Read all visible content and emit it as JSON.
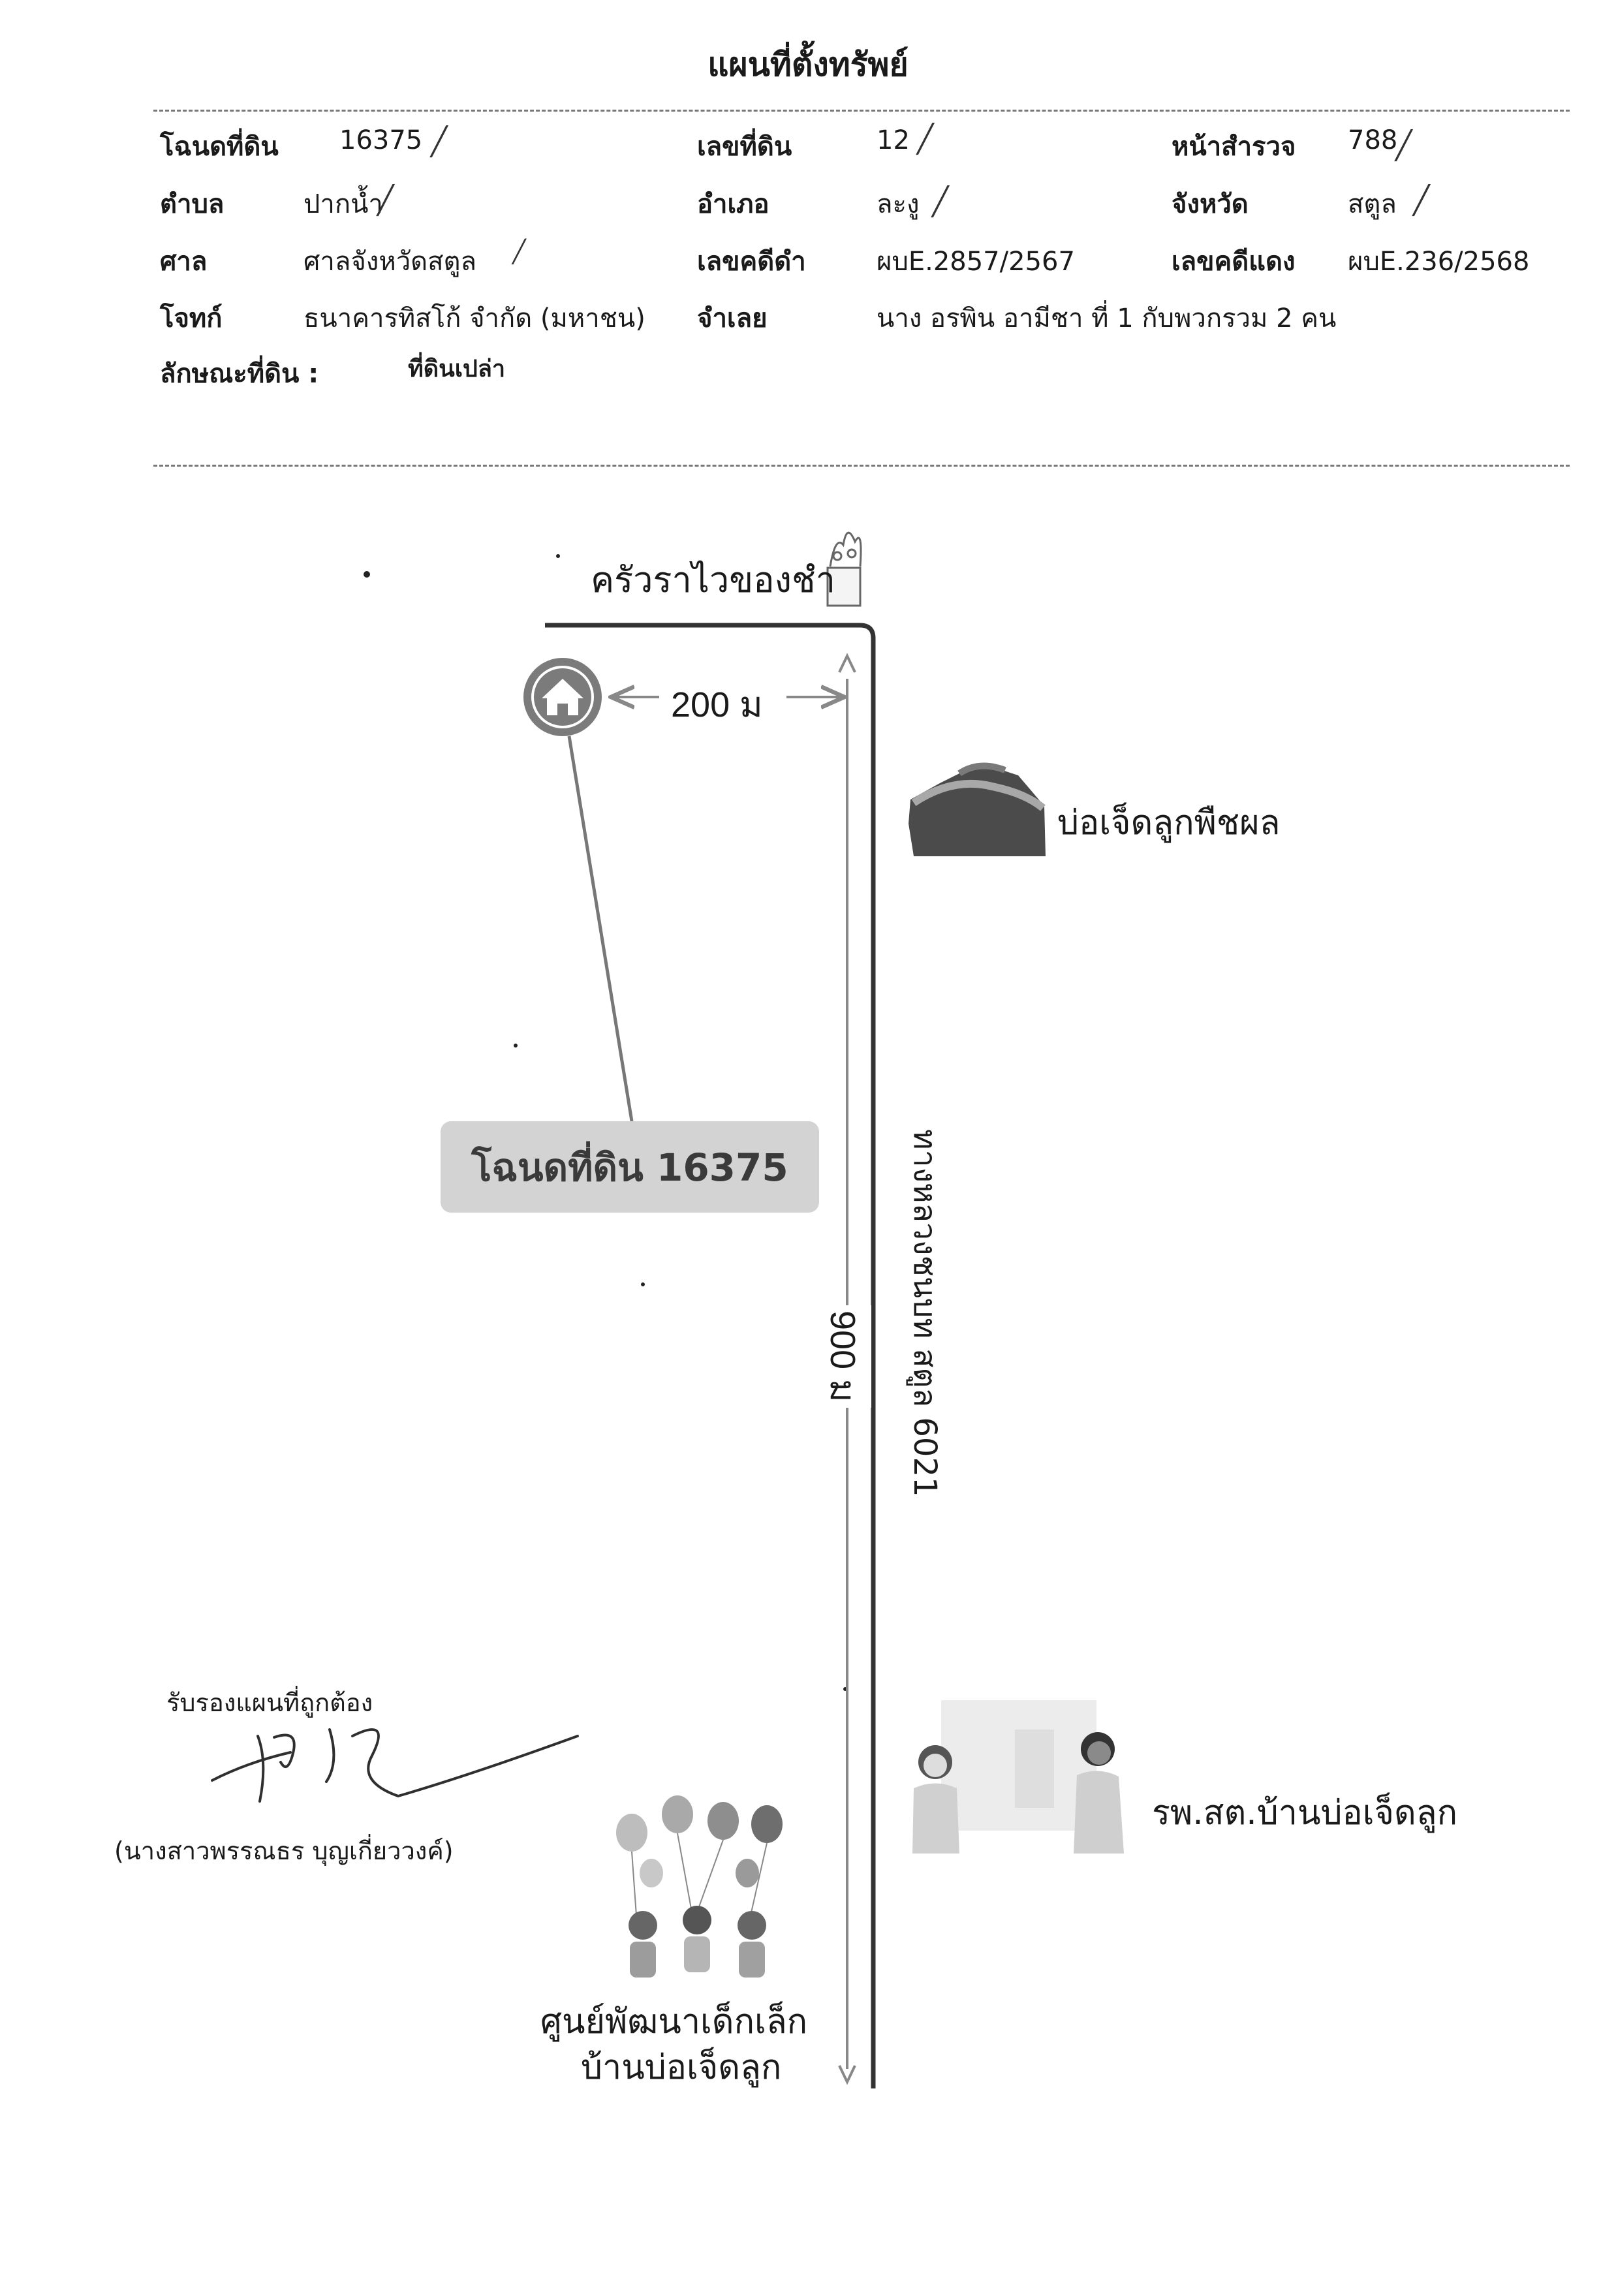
{
  "title": "แผนที่ตั้งทรัพย์",
  "info": {
    "deed_label": "โฉนดที่ดิน",
    "deed_value": "16375",
    "land_no_label": "เลขที่ดิน",
    "land_no_value": "12",
    "survey_label": "หน้าสำรวจ",
    "survey_value": "788",
    "subdistrict_label": "ตำบล",
    "subdistrict_value": "ปากน้ำ",
    "district_label": "อำเภอ",
    "district_value": "ละงู",
    "province_label": "จังหวัด",
    "province_value": "สตูล",
    "court_label": "ศาล",
    "court_value": "ศาลจังหวัดสตูล",
    "black_case_label": "เลขคดีดำ",
    "black_case_value": "ผบE.2857/2567",
    "red_case_label": "เลขคดีแดง",
    "red_case_value": "ผบE.236/2568",
    "plaintiff_label": "โจทก์",
    "plaintiff_value": "ธนาคารทิสโก้ จำกัด (มหาชน)",
    "defendant_label": "จำเลย",
    "defendant_value": "นาง อรพิน อามีชา  ที่ 1  กับพวกรวม 2 คน",
    "land_type_label": "ลักษณะที่ดิน :",
    "land_type_value": "ที่ดินเปล่า"
  },
  "map": {
    "top_landmark": "ครัวราไวของชำ",
    "distance_horizontal": "200 ม",
    "shop_label": "บ่อเจ็ดลูกพืชผล",
    "deed_pill": "โฉนดที่ดิน 16375",
    "distance_vertical": "900 ม",
    "highway_label": "ทางหลวงชนบท สตูล 6021",
    "clinic_label": "รพ.สต.บ้านบ่อเจ็ดลูก",
    "childcare_line1": "ศูนย์พัฒนาเด็กเล็ก",
    "childcare_line2": "บ้านบ่อเจ็ดลูก"
  },
  "certification": {
    "heading": "รับรองแผนที่ถูกต้อง",
    "name": "(นางสาวพรรณธร บุญเกี่ยววงค์)"
  }
}
